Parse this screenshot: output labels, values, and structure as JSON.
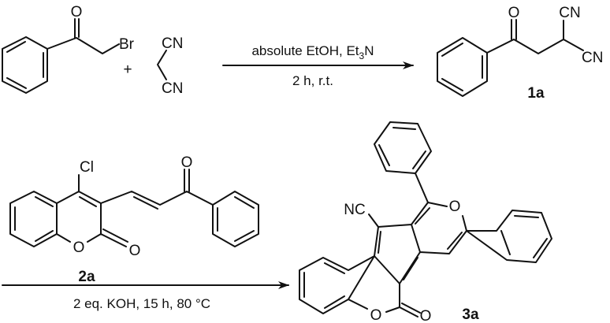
{
  "step1": {
    "reagent_a": {
      "atoms": {
        "oxygen": "O",
        "bromine": "Br"
      }
    },
    "plus": "+",
    "reagent_b": {
      "atoms": {
        "nitrile_top": "CN",
        "nitrile_bottom": "CN"
      }
    },
    "conditions_above": {
      "text": "absolute EtOH, Et",
      "subscript": "3",
      "suffix": "N"
    },
    "conditions_below": "2 h, r.t.",
    "product": {
      "label": "1a",
      "atoms": {
        "oxygen": "O",
        "nitrile_top": "CN",
        "nitrile_right": "CN"
      }
    }
  },
  "step2": {
    "reagent": {
      "label": "2a",
      "atoms": {
        "chlorine": "Cl",
        "ring_oxygen": "O",
        "lactone_oxygen": "O",
        "ketone_oxygen": "O"
      }
    },
    "conditions_below": "2 eq. KOH, 15 h, 80 °C",
    "product": {
      "label": "3a",
      "atoms": {
        "nitrile": "NC",
        "pyran_oxygen": "O",
        "ring_oxygen": "O",
        "lactone_oxygen": "O"
      }
    }
  }
}
